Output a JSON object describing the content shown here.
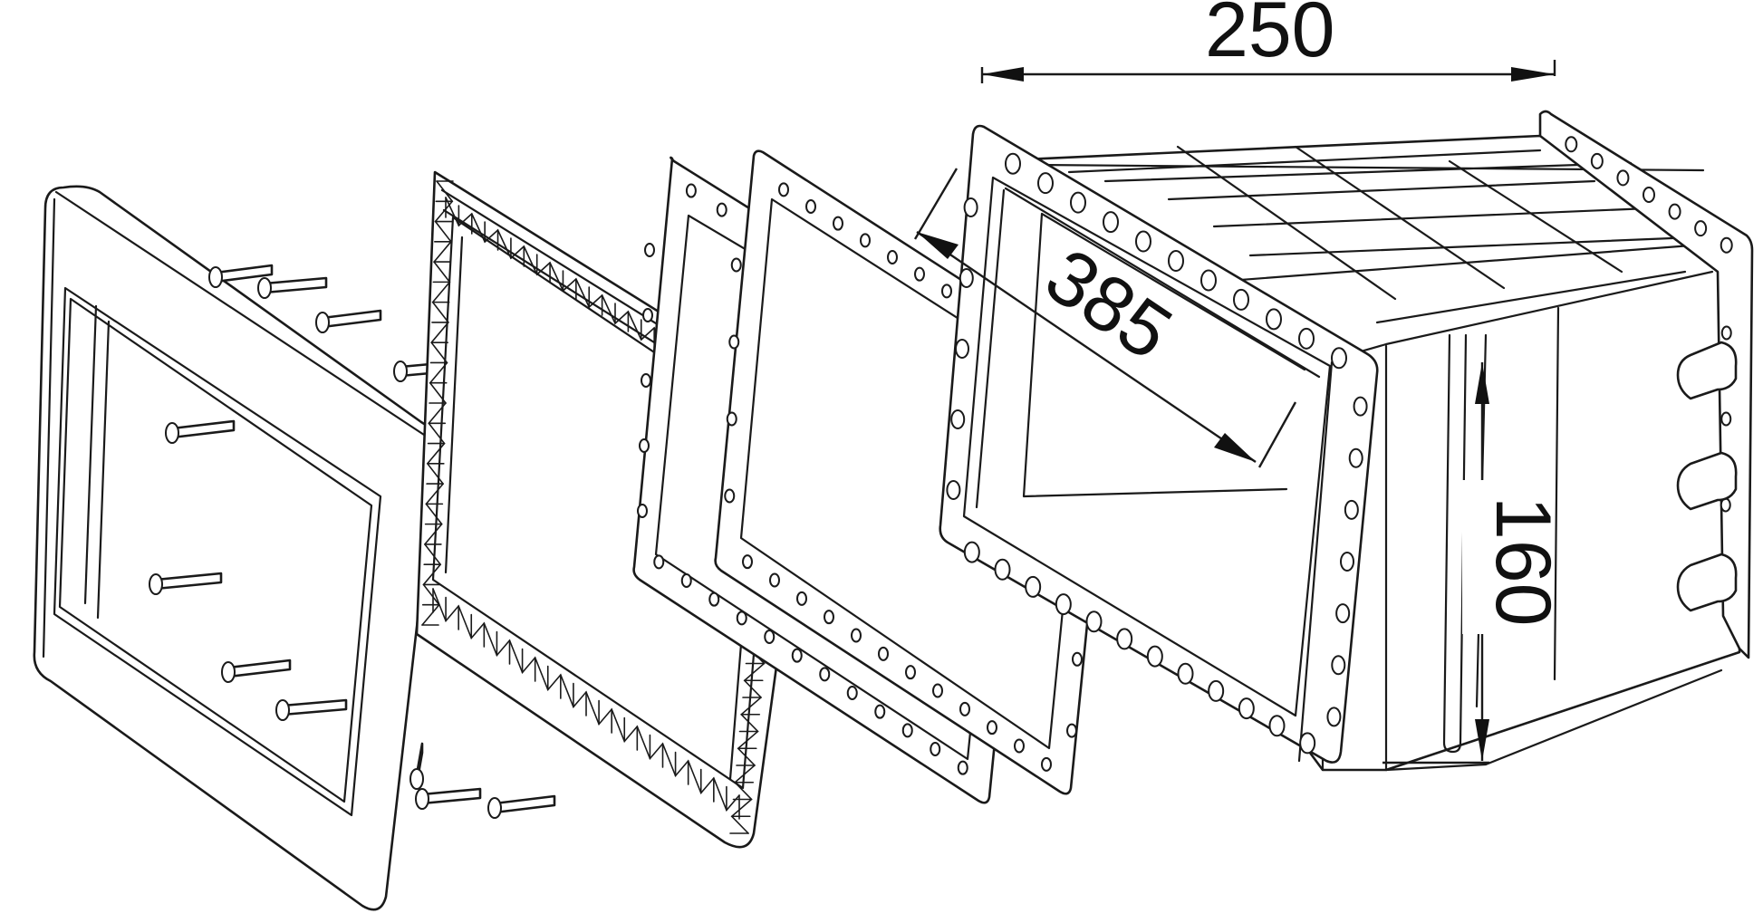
{
  "diagram": {
    "dimensions": {
      "width_label": "250",
      "diagonal_label": "385",
      "height_label": "160"
    },
    "line_color": "#1a1a1a",
    "background": "#ffffff"
  }
}
